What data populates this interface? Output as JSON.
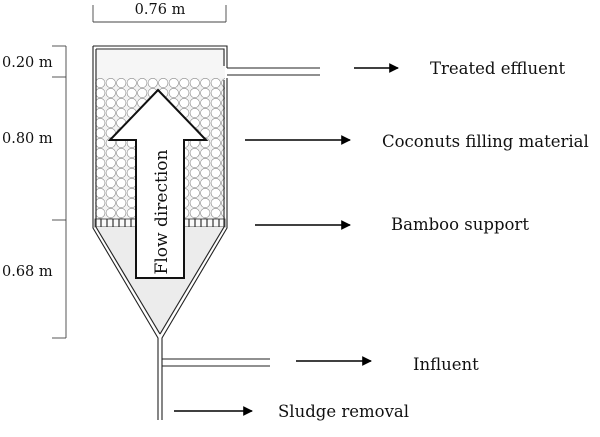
{
  "dimensions": {
    "width_label": "0.76 m",
    "level_1": "0.20 m",
    "level_2": "0.80 m",
    "level_3": "0.68 m"
  },
  "flow_label": "Flow direction",
  "labels": {
    "treated_effluent": "Treated effluent",
    "coconuts_filling": "Coconuts filling material",
    "bamboo_support": "Bamboo support",
    "influent": "Influent",
    "sludge_removal": "Sludge removal"
  },
  "colors": {
    "stroke": "#222222",
    "fill_light": "#ececec",
    "background": "#ffffff"
  }
}
